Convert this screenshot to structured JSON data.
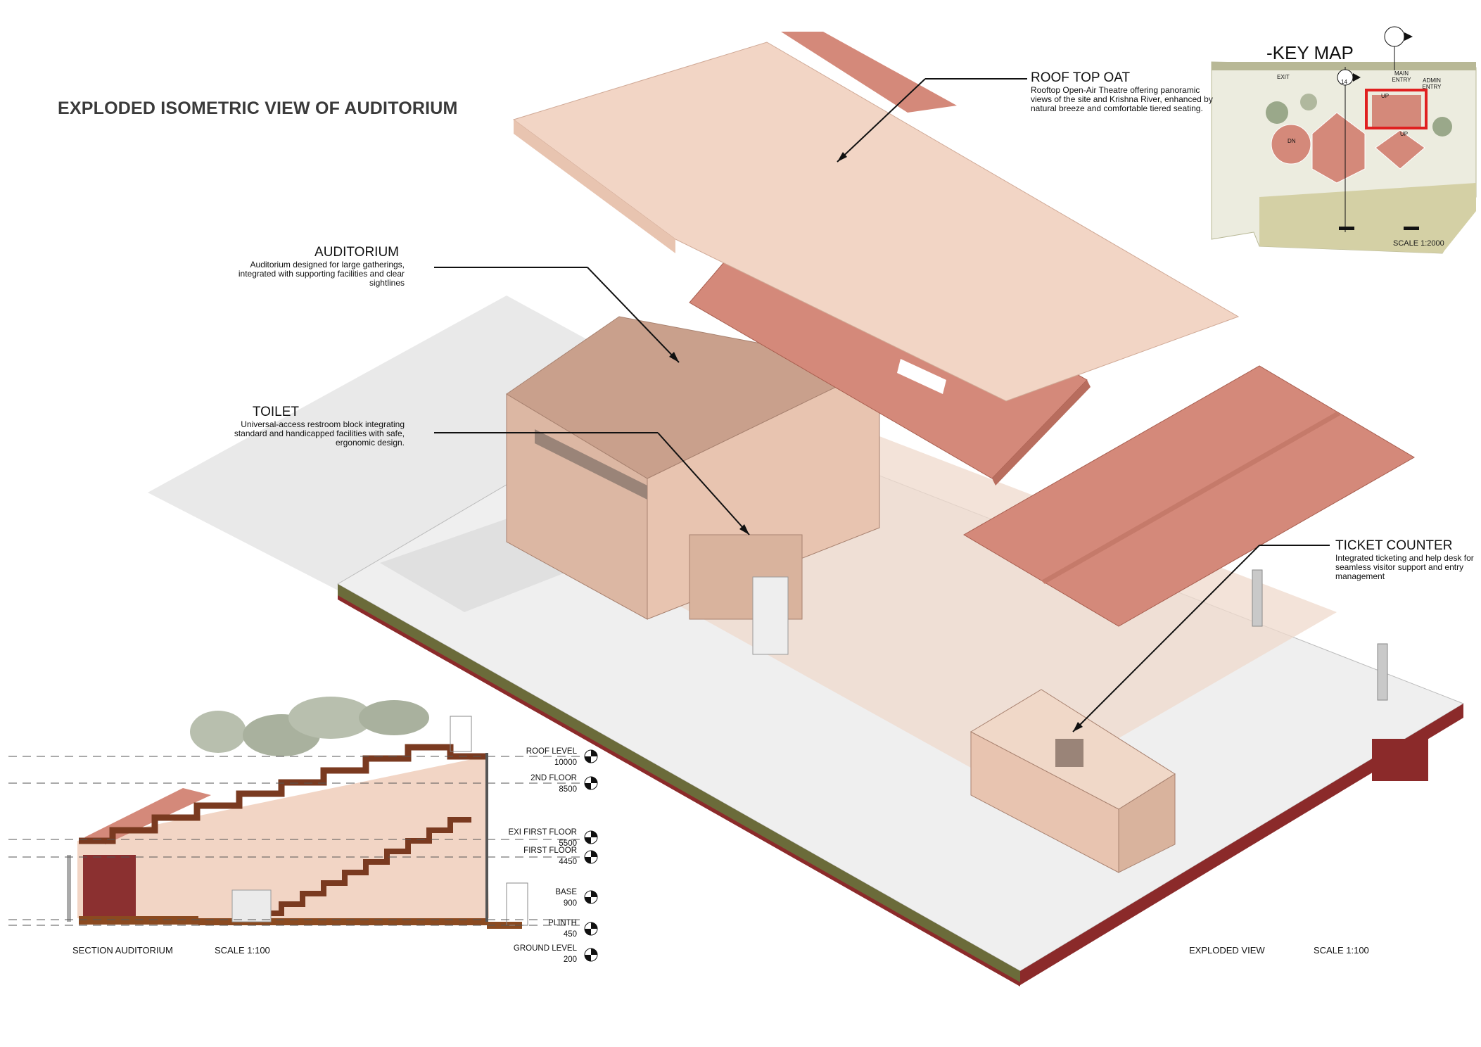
{
  "title": "EXPLODED ISOMETRIC VIEW OF AUDITORIUM",
  "annotations": {
    "roof": {
      "title": "ROOF TOP OAT",
      "desc": "Rooftop Open-Air Theatre offering panoramic views of the site and Krishna River, enhanced by natural breeze and comfortable tiered seating."
    },
    "auditorium": {
      "title": "AUDITORIUM",
      "desc": "Auditorium designed for large gatherings, integrated with supporting facilities and clear sightlines"
    },
    "toilet": {
      "title": "TOILET",
      "desc": "Universal-access restroom block integrating standard and handicapped facilities with safe, ergonomic design."
    },
    "ticket": {
      "title": "TICKET COUNTER",
      "desc": "Integrated ticketing and help desk for seamless visitor support and entry management"
    }
  },
  "key_map": {
    "title": "-KEY MAP",
    "exit": "EXIT",
    "main_entry": "MAIN ENTRY",
    "admin_entry": "ADMIN ENTRY",
    "scale": "SCALE 1:2000",
    "section_mark": "14",
    "up1": "UP",
    "up2": "DN",
    "up3": "UP"
  },
  "levels": [
    {
      "name": "ROOF LEVEL",
      "value": "10000"
    },
    {
      "name": "2ND FLOOR",
      "value": "8500"
    },
    {
      "name": "EXI FIRST FLOOR",
      "value": "5500"
    },
    {
      "name": "FIRST FLOOR",
      "value": "4450"
    },
    {
      "name": "BASE",
      "value": "900"
    },
    {
      "name": "PLINTH",
      "value": "450"
    },
    {
      "name": "GROUND LEVEL",
      "value": "200"
    }
  ],
  "captions": {
    "section": "SECTION AUDITORIUM",
    "section_scale": "SCALE 1:100",
    "exploded": "EXPLODED VIEW",
    "exploded_scale": "SCALE 1:100"
  },
  "colors": {
    "roof_terracotta": "#d4897a",
    "wall_peach": "#e8c4b0",
    "roof_light": "#f2d5c5",
    "base_red": "#8b2a2a",
    "base_olive": "#6b6b3a",
    "key_highlight": "#e02020"
  }
}
